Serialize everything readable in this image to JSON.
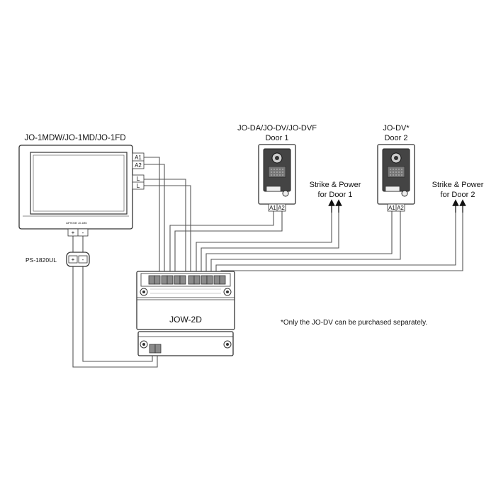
{
  "monitor": {
    "label": "JO-1MDW/JO-1MD/JO-1FD",
    "brand": "AIPHONE JO-1MD",
    "terminals": {
      "a1": "A1",
      "a2": "A2",
      "l1": "L",
      "l2": "L"
    },
    "power_plus": "+",
    "power_minus": "-"
  },
  "power_supply": {
    "label": "PS-1820UL",
    "plus": "+",
    "minus": "-"
  },
  "door1": {
    "line1": "JO-DA/JO-DV/JO-DVF",
    "line2": "Door 1",
    "t1": "A1",
    "t2": "A2",
    "strike_line1": "Strike & Power",
    "strike_line2": "for Door 1"
  },
  "door2": {
    "line1": "JO-DV*",
    "line2": "Door 2",
    "t1": "A1",
    "t2": "A2",
    "strike_line1": "Strike & Power",
    "strike_line2": "for Door 2"
  },
  "adaptor": {
    "label": "JOW-2D"
  },
  "footnote": "*Only the JO-DV can be purchased separately."
}
